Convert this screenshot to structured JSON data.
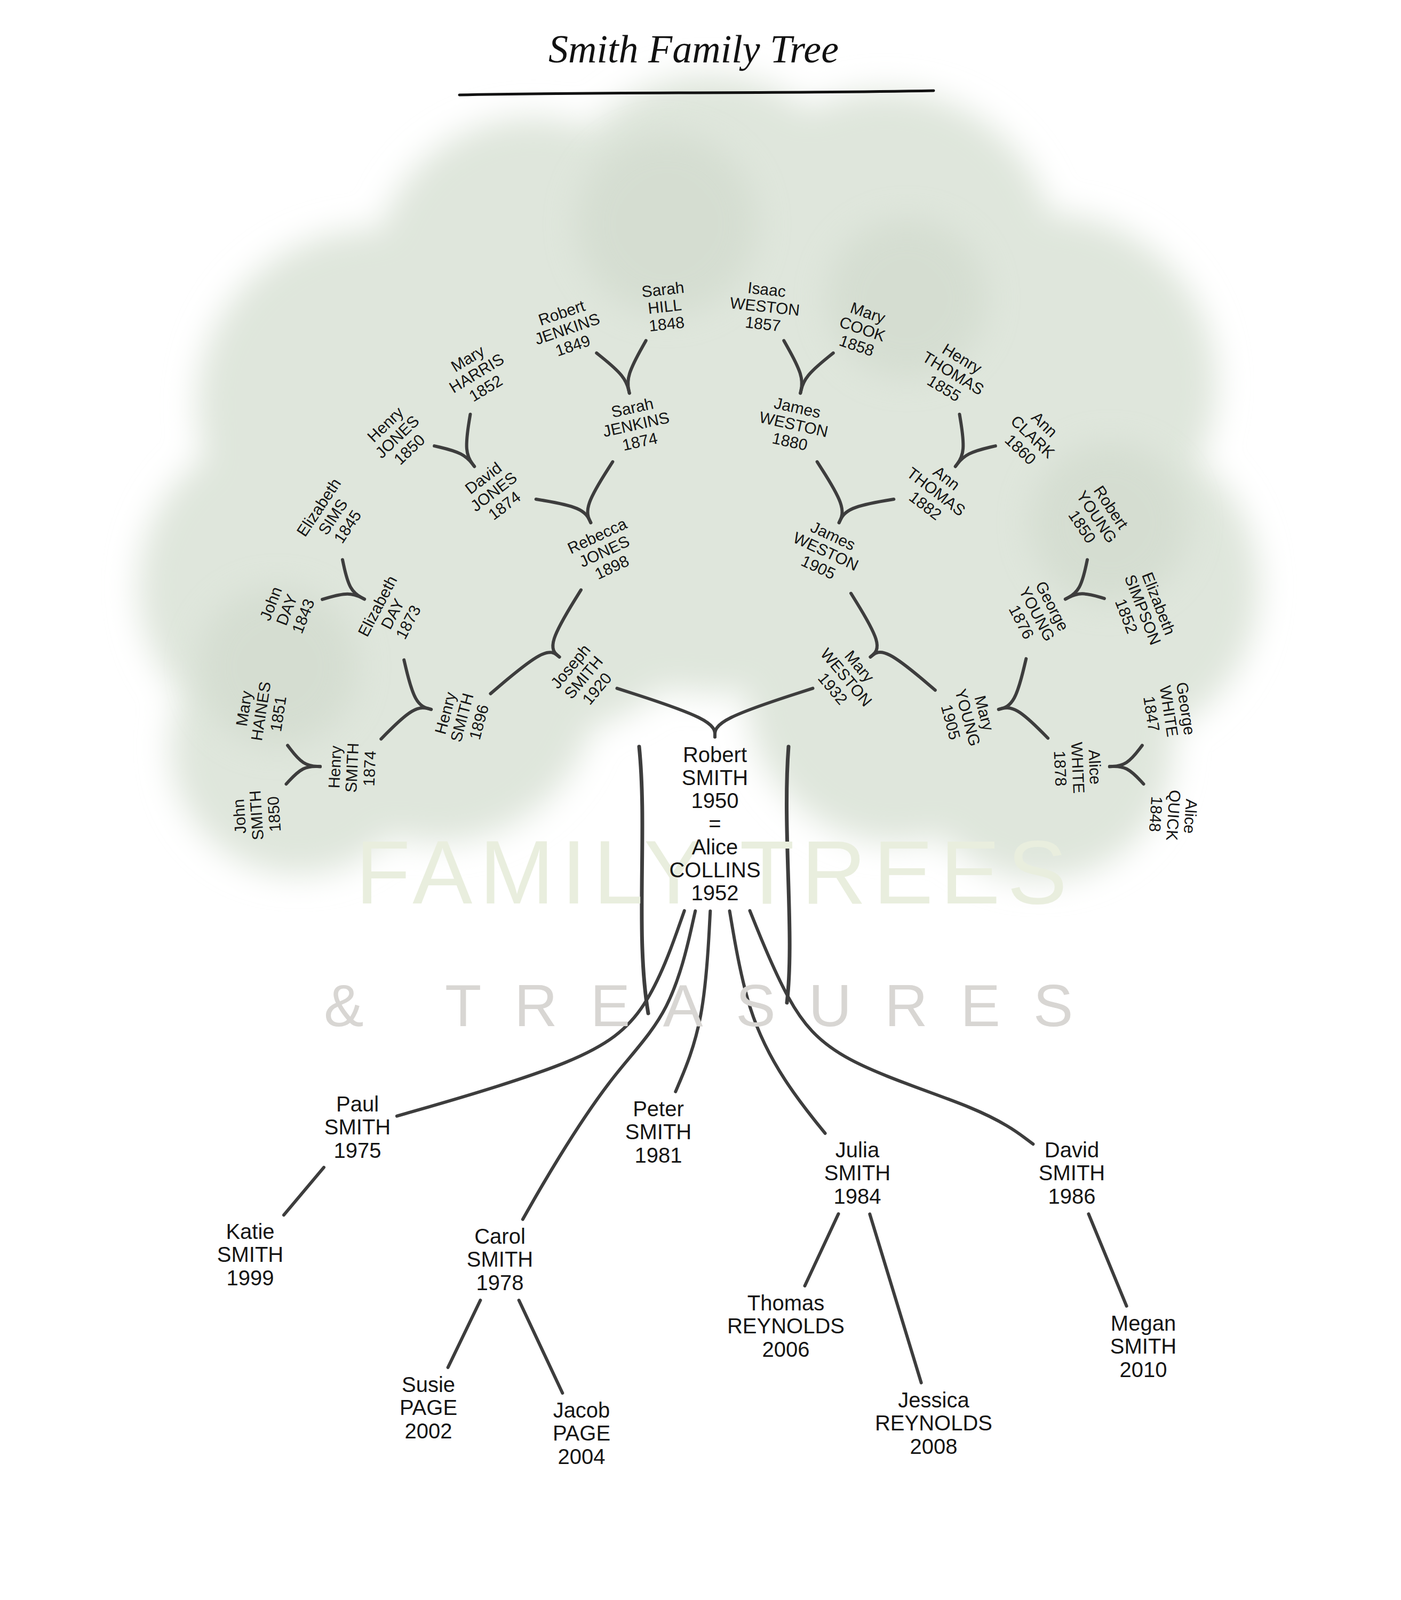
{
  "diagram": {
    "title": "Smith Family Tree",
    "nodes": [
      {
        "text": [
          "John SMITH 1850"
        ]
      },
      {
        "text": [
          "Mary HAINES 1851"
        ]
      },
      {
        "text": [
          "John DAY 1843"
        ]
      },
      {
        "text": [
          "Elizabeth SIMS 1845"
        ]
      },
      {
        "text": [
          "Henry JONES 1850"
        ]
      },
      {
        "text": [
          "Mary HARRIS 1852"
        ]
      },
      {
        "text": [
          "Robert JENKINS 1849"
        ]
      },
      {
        "text": [
          "Sarah HILL 1848"
        ]
      },
      {
        "text": [
          "Isaac WESTON 1857"
        ]
      },
      {
        "text": [
          "Mary COOK 1858"
        ]
      },
      {
        "text": [
          "Henry THOMAS 1855"
        ]
      },
      {
        "text": [
          "Ann CLARK 1860"
        ]
      },
      {
        "text": [
          "Robert YOUNG 1850"
        ]
      },
      {
        "text": [
          "Elizabeth SIMPSON 1852"
        ]
      },
      {
        "text": [
          "George WHITE 1847"
        ]
      },
      {
        "text": [
          "Alice QUICK 1848"
        ]
      },
      {
        "text": [
          "Henry SMITH 1874"
        ]
      },
      {
        "text": [
          "Elizabeth DAY 1873"
        ]
      },
      {
        "text": [
          "David JONES 1874"
        ]
      },
      {
        "text": [
          "Sarah JENKINS 1874"
        ]
      },
      {
        "text": [
          "James WESTON 1880"
        ]
      },
      {
        "text": [
          "Ann THOMAS 1882"
        ]
      },
      {
        "text": [
          "George YOUNG 1876"
        ]
      },
      {
        "text": [
          "Alice WHITE 1878"
        ]
      },
      {
        "text": [
          "Henry SMITH 1896"
        ]
      },
      {
        "text": [
          "Rebecca JONES 1898"
        ]
      },
      {
        "text": [
          "James WESTON 1905"
        ]
      },
      {
        "text": [
          "Mary YOUNG 1905"
        ]
      },
      {
        "text": [
          "Joseph SMITH 1920"
        ]
      },
      {
        "text": [
          "Mary WESTON 1932"
        ]
      },
      {
        "text": [
          "Robert SMITH 1950",
          "=",
          "Alice COLLINS 1952"
        ]
      },
      {
        "text": [
          "Paul SMITH 1975"
        ]
      },
      {
        "text": [
          "Katie SMITH 1999"
        ]
      },
      {
        "text": [
          "Carol SMITH 1978"
        ]
      },
      {
        "text": [
          "Susie PAGE 2002"
        ]
      },
      {
        "text": [
          "Jacob PAGE 2004"
        ]
      },
      {
        "text": [
          "Peter SMITH 1981"
        ]
      },
      {
        "text": [
          "Julia SMITH 1984"
        ]
      },
      {
        "text": [
          "Thomas REYNOLDS 2006"
        ]
      },
      {
        "text": [
          "Jessica REYNOLDS 2008"
        ]
      },
      {
        "text": [
          "David SMITH 1986"
        ]
      },
      {
        "text": [
          "Megan SMITH 2010"
        ]
      }
    ],
    "edges": [
      {
        "from": 0,
        "to": 16,
        "arrow": "none"
      },
      {
        "from": 1,
        "to": 16,
        "arrow": "none"
      },
      {
        "from": 2,
        "to": 17,
        "arrow": "none"
      },
      {
        "from": 3,
        "to": 17,
        "arrow": "none"
      },
      {
        "from": 4,
        "to": 18,
        "arrow": "none"
      },
      {
        "from": 5,
        "to": 18,
        "arrow": "none"
      },
      {
        "from": 6,
        "to": 19,
        "arrow": "none"
      },
      {
        "from": 7,
        "to": 19,
        "arrow": "none"
      },
      {
        "from": 8,
        "to": 20,
        "arrow": "none"
      },
      {
        "from": 9,
        "to": 20,
        "arrow": "none"
      },
      {
        "from": 10,
        "to": 21,
        "arrow": "none"
      },
      {
        "from": 11,
        "to": 21,
        "arrow": "none"
      },
      {
        "from": 12,
        "to": 22,
        "arrow": "none"
      },
      {
        "from": 13,
        "to": 22,
        "arrow": "none"
      },
      {
        "from": 14,
        "to": 23,
        "arrow": "none"
      },
      {
        "from": 15,
        "to": 23,
        "arrow": "none"
      },
      {
        "from": 16,
        "to": 24,
        "arrow": "none"
      },
      {
        "from": 17,
        "to": 24,
        "arrow": "none"
      },
      {
        "from": 18,
        "to": 25,
        "arrow": "none"
      },
      {
        "from": 19,
        "to": 25,
        "arrow": "none"
      },
      {
        "from": 20,
        "to": 26,
        "arrow": "none"
      },
      {
        "from": 21,
        "to": 26,
        "arrow": "none"
      },
      {
        "from": 22,
        "to": 27,
        "arrow": "none"
      },
      {
        "from": 23,
        "to": 27,
        "arrow": "none"
      },
      {
        "from": 24,
        "to": 28,
        "arrow": "none"
      },
      {
        "from": 25,
        "to": 28,
        "arrow": "none"
      },
      {
        "from": 26,
        "to": 29,
        "arrow": "none"
      },
      {
        "from": 27,
        "to": 29,
        "arrow": "none"
      },
      {
        "from": 28,
        "to": 30,
        "arrow": "none"
      },
      {
        "from": 29,
        "to": 30,
        "arrow": "none"
      },
      {
        "from": 30,
        "to": 31,
        "arrow": "none"
      },
      {
        "from": 30,
        "to": 33,
        "arrow": "none"
      },
      {
        "from": 30,
        "to": 36,
        "arrow": "none"
      },
      {
        "from": 30,
        "to": 37,
        "arrow": "none"
      },
      {
        "from": 30,
        "to": 40,
        "arrow": "none"
      },
      {
        "from": 31,
        "to": 32,
        "arrow": "none"
      },
      {
        "from": 33,
        "to": 34,
        "arrow": "none"
      },
      {
        "from": 33,
        "to": 35,
        "arrow": "none"
      },
      {
        "from": 37,
        "to": 38,
        "arrow": "none"
      },
      {
        "from": 37,
        "to": 39,
        "arrow": "none"
      },
      {
        "from": 40,
        "to": 41,
        "arrow": "none"
      }
    ],
    "labels": [
      "FAMILY TREES",
      "& TREASURES"
    ]
  }
}
